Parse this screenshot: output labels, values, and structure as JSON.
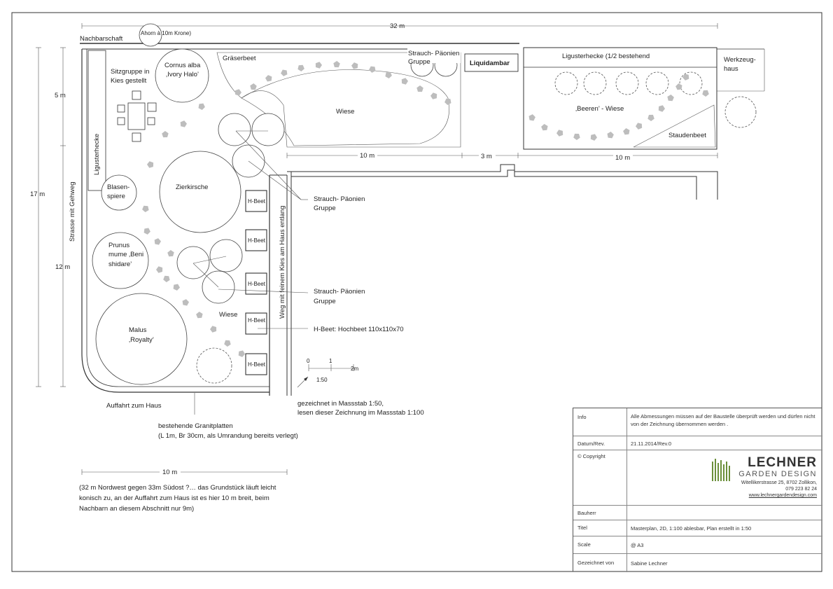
{
  "dimensions": {
    "top": "32 m",
    "left_top": "5 m",
    "left_mid": "17 m",
    "left_bottom": "12 m",
    "mid_left": "10 m",
    "mid_center": "3 m",
    "mid_right": "10 m",
    "bottom": "10 m"
  },
  "labels": {
    "neighbour": "Nachbarschaft",
    "maple": "Ahorn à 10m Krone)",
    "street": "Strasse mit Gehweg",
    "privet_left": "Ligusterhecke",
    "seating_1": "Sitzgruppe in",
    "seating_2": "Kies gestellt",
    "cornus_1": "Cornus alba",
    "cornus_2": "‚Ivory Halo’",
    "grassbed": "Gräserbeet",
    "peony_top_1": "Strauch- Päonien",
    "peony_top_2": "Gruppe",
    "liquidambar": "Liquidambar",
    "meadow_top": "Wiese",
    "privet_right": "Ligusterhecke (1/2 bestehend",
    "tools_1": "Werkzeug-",
    "tools_2": "haus",
    "berry_meadow": "‚Beeren’ - Wiese",
    "perennial_bed": "Staudenbeet",
    "blasen_1": "Blasen-",
    "blasen_2": "spiere",
    "cherry": "Zierkirsche",
    "prunus_1": "Prunus",
    "prunus_2": "mume ‚Beni",
    "prunus_3": "shidare’",
    "malus_1": "Malus",
    "malus_2": "‚Royalty’",
    "meadow_bottom": "Wiese",
    "hbeet": "H-Beet",
    "path": "Weg mit feinem Kies am Haus entlang",
    "peony_1a": "Strauch- Päonien",
    "peony_1b": "Gruppe",
    "peony_2a": "Strauch- Päonien",
    "peony_2b": "Gruppe",
    "hbeet_legend": "H-Beet: Hochbeet  110x110x70",
    "scale_0": "0",
    "scale_1": "1",
    "scale_2": "2m",
    "scale_ratio": "1:50",
    "drawn_scale_1": "gezeichnet in Massstab 1:50,",
    "drawn_scale_2": "lesen dieser Zeichnung im Massstab 1:100",
    "driveway": "Auffahrt zum Haus",
    "granite_1": "bestehende Granitplatten",
    "granite_2": "(L 1m, Br 30cm, als Umrandung bereits verlegt)",
    "note_1": "(32 m Nordwest gegen 33m Südost ?… das Grundstück läuft leicht",
    "note_2": "konisch zu, an der Auffahrt zum Haus ist es hier 10 m breit, beim",
    "note_3": "Nachbarn an diesem Abschnitt nur 9m)"
  },
  "titleblock": {
    "info_k": "Info",
    "info_v": "Alle Abmessungen müssen auf der Baustelle überprüft werden und dürfen nicht von der Zeichnung übernommen werden .",
    "date_k": "Datum/Rev.",
    "date_v": "21.11.2014/Rev.0",
    "copy_k": "© Copyright",
    "brand": "LECHNER",
    "brand_sub": "GARDEN DESIGN",
    "address": "Witellikerstrasse 25, 8702 Zollikon,",
    "phone": "079 223 82 24",
    "url": "www.lechnergardendesign.com",
    "client_k": "Bauherr",
    "client_v": "",
    "title_k": "Titel",
    "title_v": "Masterplan, 2D, 1:100 ablesbar, Plan erstellt in 1:50",
    "scale_k": "Scale",
    "scale_v": "@ A3",
    "drawn_k": "Gezeichnet von",
    "drawn_v": "Sabine Lechner"
  },
  "colors": {
    "line": "#333333",
    "dots": "#bdbdbd",
    "logo_green": "#6b8f3a"
  }
}
